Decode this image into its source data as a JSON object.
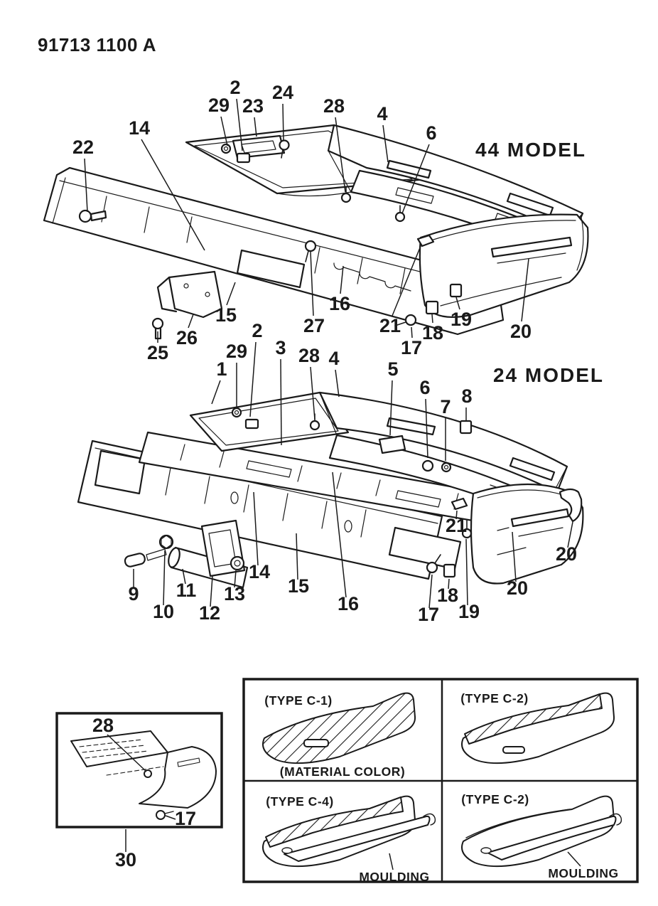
{
  "page": {
    "title": "91713 1100 A"
  },
  "diagram_44": {
    "model_label": "44 MODEL",
    "callouts": {
      "c2": "2",
      "c24": "24",
      "c29": "29",
      "c23": "23",
      "c28": "28",
      "c4": "4",
      "c6": "6",
      "c14": "14",
      "c22": "22",
      "c15": "15",
      "c16": "16",
      "c27": "27",
      "c21": "21",
      "c17": "17",
      "c18": "18",
      "c19": "19",
      "c20": "20",
      "c26": "26",
      "c25": "25"
    }
  },
  "diagram_24": {
    "model_label": "24 MODEL",
    "callouts": {
      "c1": "1",
      "c2": "2",
      "c29": "29",
      "c3": "3",
      "c28": "28",
      "c4": "4",
      "c5": "5",
      "c6": "6",
      "c7": "7",
      "c8": "8",
      "c9": "9",
      "c10": "10",
      "c11": "11",
      "c12": "12",
      "c13": "13",
      "c14": "14",
      "c15": "15",
      "c16": "16",
      "c21": "21",
      "c20_right": "20",
      "c20_center": "20",
      "c17": "17",
      "c18": "18",
      "c19": "19"
    }
  },
  "inset": {
    "callout_28": "28",
    "callout_17": "17",
    "label_30": "30"
  },
  "type_table": {
    "top_left": {
      "type_label": "(TYPE C-1)",
      "note": "(MATERIAL COLOR)"
    },
    "top_right": {
      "type_label": "(TYPE C-2)"
    },
    "bottom_left": {
      "type_label": "(TYPE C-4)",
      "note": "MOULDING"
    },
    "bottom_right": {
      "type_label": "(TYPE C-2)",
      "note": "MOULDING"
    }
  },
  "colors": {
    "ink": "#1a1a1a",
    "paper": "#ffffff"
  }
}
